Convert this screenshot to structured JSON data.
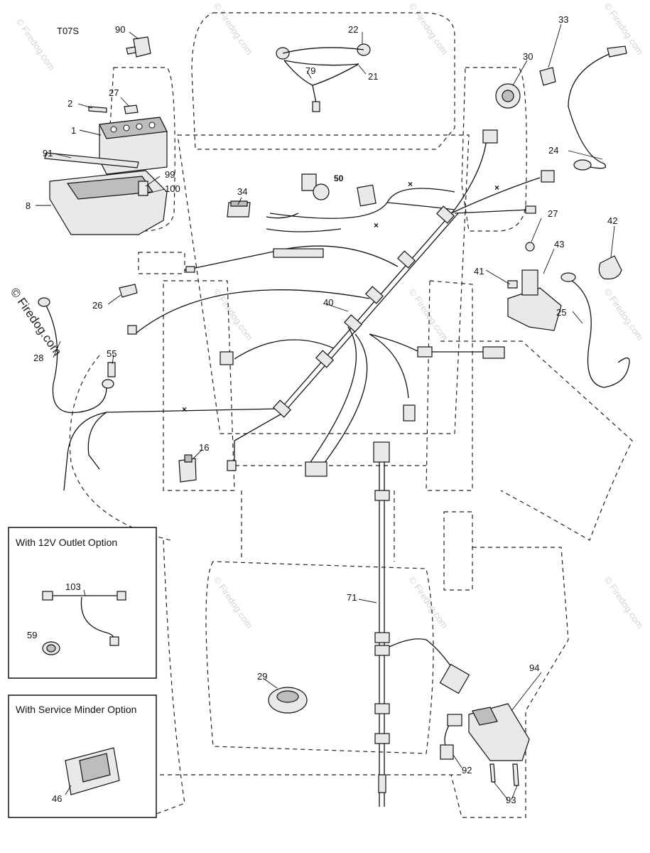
{
  "diagram_code": "T07S",
  "watermark": "© Firedog.com",
  "watermark_side": "© Firedog.com",
  "callouts": {
    "c1": "1",
    "c2": "2",
    "c8": "8",
    "c16": "16",
    "c21": "21",
    "c22": "22",
    "c24": "24",
    "c25": "25",
    "c26": "26",
    "c27a": "27",
    "c27b": "27",
    "c28": "28",
    "c29": "29",
    "c30": "30",
    "c33": "33",
    "c34": "34",
    "c40": "40",
    "c41": "41",
    "c42": "42",
    "c43": "43",
    "c46": "46",
    "c50": "50",
    "c55": "55",
    "c59": "59",
    "c71": "71",
    "c79": "79",
    "c90": "90",
    "c91": "91",
    "c92": "92",
    "c93": "93",
    "c94": "94",
    "c99": "99",
    "c100": "100",
    "c103": "103"
  },
  "option_boxes": {
    "outlet": {
      "title": "With 12V Outlet Option"
    },
    "service": {
      "title": "With Service Minder Option"
    }
  }
}
